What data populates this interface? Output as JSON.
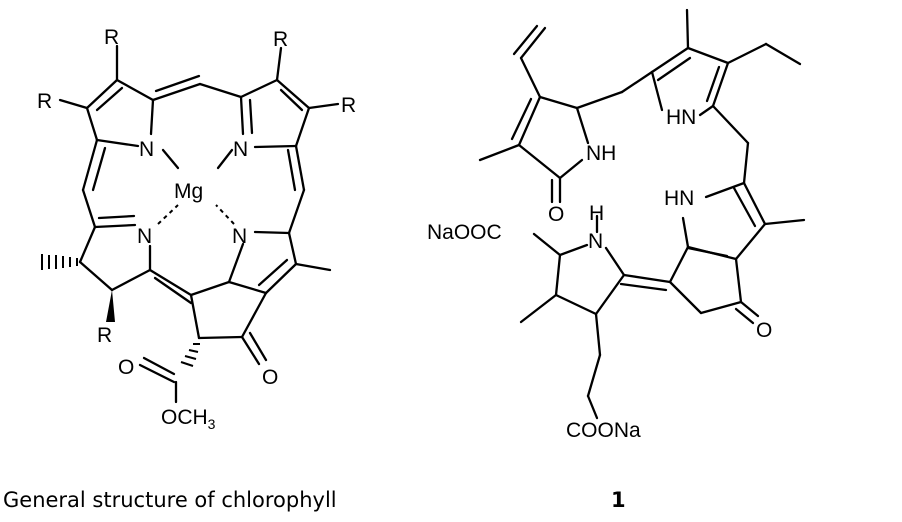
{
  "labels": {
    "r": "R",
    "n": "N",
    "mg": "Mg",
    "o": "O",
    "och3_main": "OCH",
    "och3_sub": "3",
    "nh": "NH",
    "hn": "HN",
    "h": "H",
    "naooc": "NaOOC",
    "coona": "COONa"
  },
  "captions": {
    "chlorophyll": "General structure of chlorophyll",
    "compound": "1"
  }
}
